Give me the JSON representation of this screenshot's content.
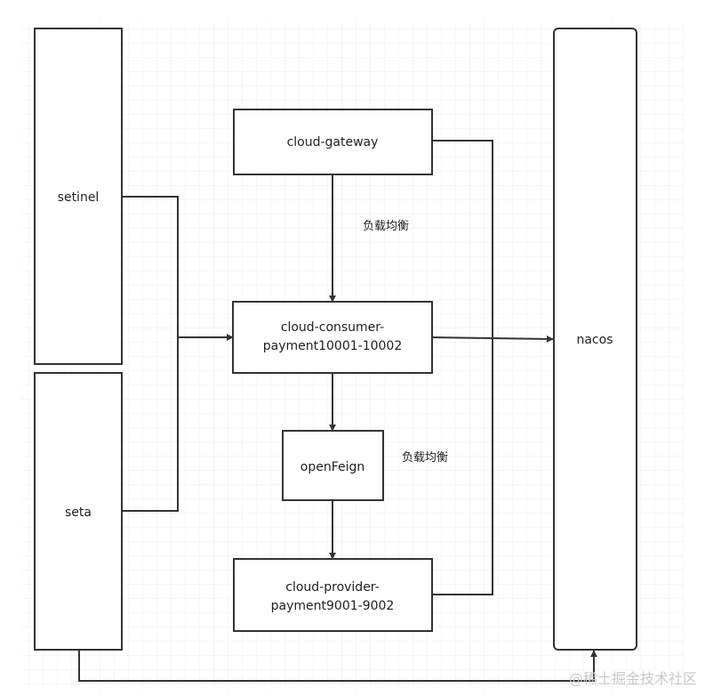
{
  "nodes": {
    "sentinel": "setinel",
    "seata": "seta",
    "gateway": "cloud-gateway",
    "consumer": [
      "cloud-consumer-",
      "payment10001-10002"
    ],
    "openfeign": "openFeign",
    "provider": [
      "cloud-provider-",
      "payment9001-9002"
    ],
    "nacos": "nacos"
  },
  "edge_labels": {
    "gateway_to_consumer": "负载均衡",
    "feign_to_provider": "负载均衡"
  },
  "watermark": "@稀土掘金技术社区",
  "colors": {
    "stroke": "#333333",
    "grid": "#e6e6e6",
    "text": "#222222",
    "watermark": "#c8c8c8"
  }
}
